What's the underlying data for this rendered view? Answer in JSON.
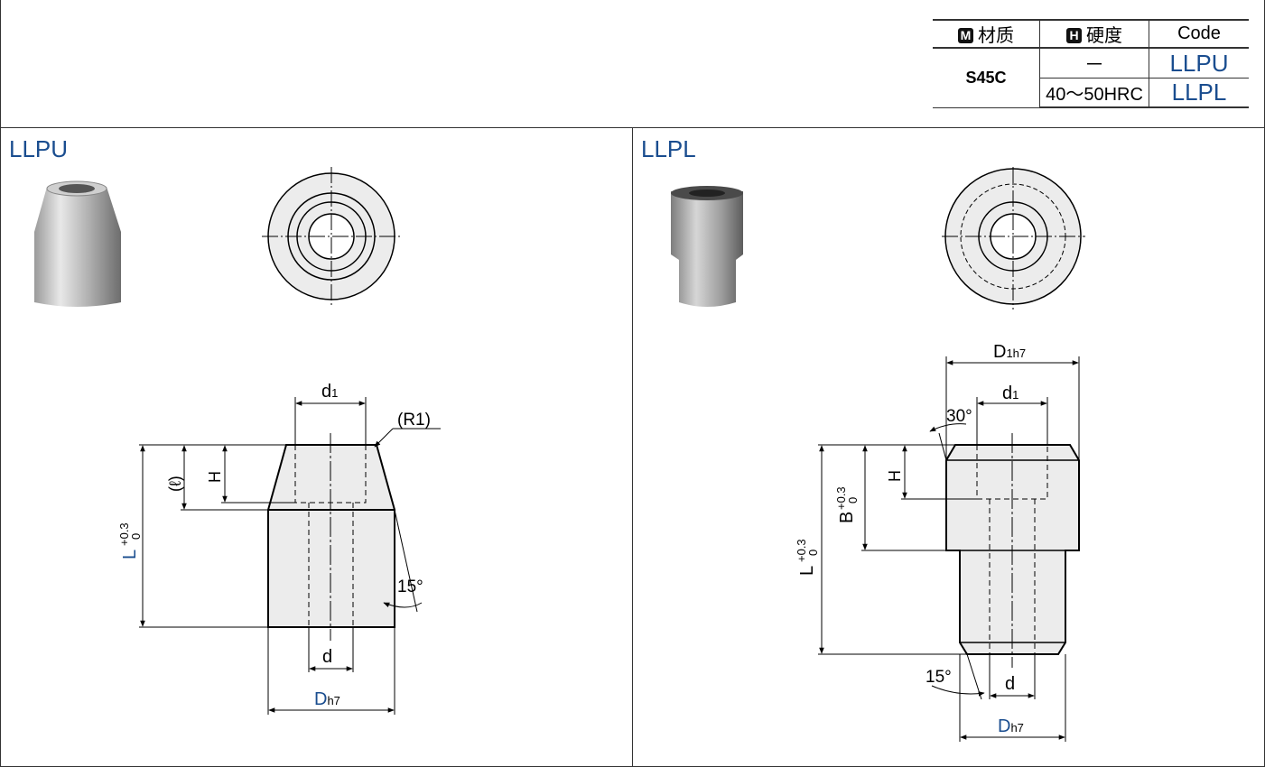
{
  "spec_table": {
    "headers": [
      {
        "badge": "M",
        "label": "材质"
      },
      {
        "badge": "H",
        "label": "硬度"
      },
      {
        "badge": "",
        "label": "Code"
      }
    ],
    "material": "S45C",
    "rows": [
      {
        "hardness": "－",
        "code": "LLPU"
      },
      {
        "hardness": "40～50HRC",
        "code": "LLPL"
      }
    ]
  },
  "left": {
    "title": "LLPU",
    "labels": {
      "d1_main": "d",
      "d1_sub": "1",
      "r1": "(R1)",
      "ell": "(ℓ)",
      "h": "H",
      "l_main": "L",
      "l_tol_plus": "+0.3",
      "l_tol_zero": "0",
      "angle": "15°",
      "d": "d",
      "dh7_main": "D",
      "dh7_sub": "h7"
    }
  },
  "right": {
    "title": "LLPL",
    "labels": {
      "d1h7_main": "D",
      "d1h7_sub": "1h7",
      "d1_main": "d",
      "d1_sub": "1",
      "angle30": "30°",
      "h": "H",
      "b_main": "B",
      "b_tol_plus": "+0.3",
      "b_tol_zero": "0",
      "l_main": "L",
      "l_tol_plus": "+0.3",
      "l_tol_zero": "0",
      "angle15": "15°",
      "d": "d",
      "dh7_main": "D",
      "dh7_sub": "h7"
    }
  },
  "colors": {
    "accent": "#1a4d8f",
    "fill": "#ececec"
  }
}
